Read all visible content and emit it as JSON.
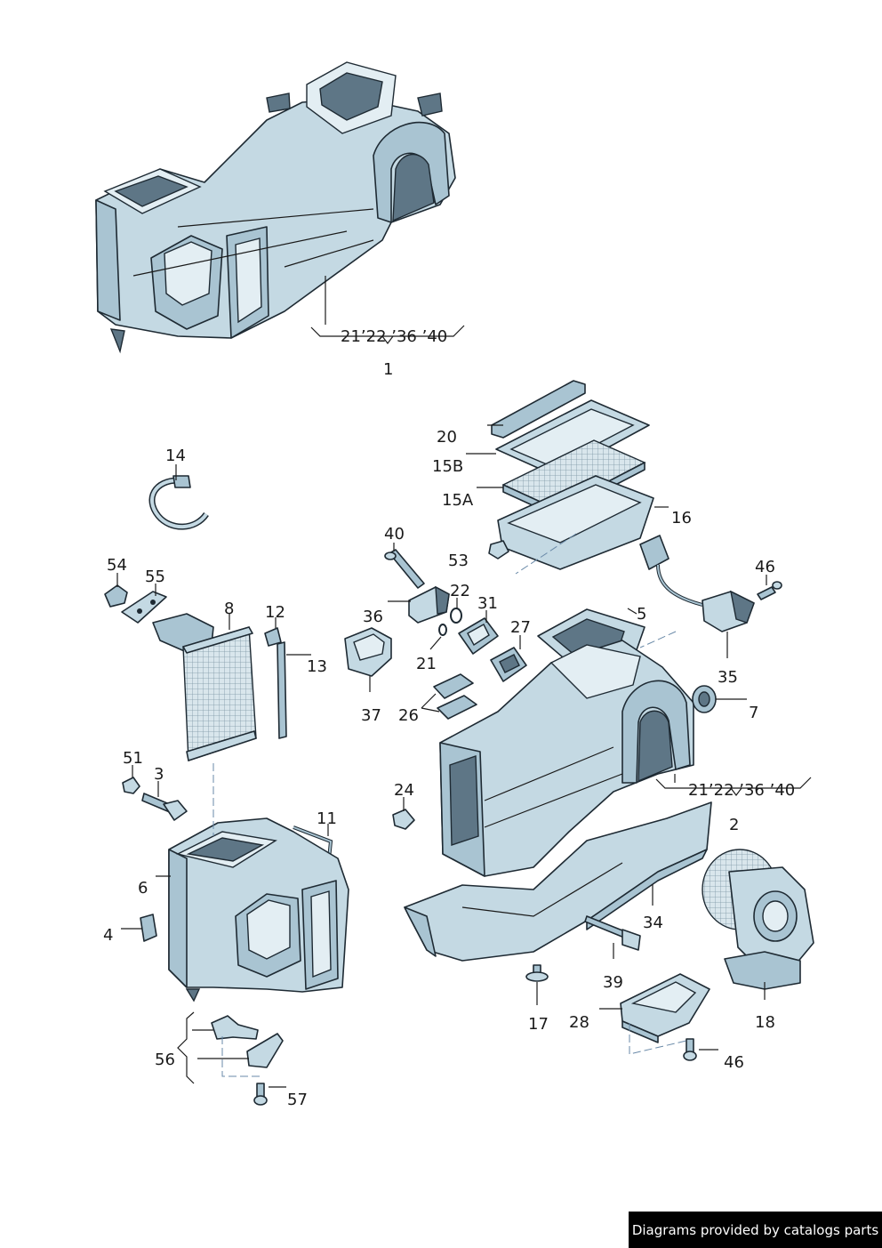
{
  "callouts": {
    "c1": "1",
    "c1_refs": "21’22 ’36 ’40",
    "c2": "2",
    "c2_refs": "21’22 ’36 ’40",
    "c20": "20",
    "c15b": "15B",
    "c15a": "15A",
    "c16": "16",
    "c14": "14",
    "c40": "40",
    "c53": "53",
    "c46a": "46",
    "c22": "22",
    "c31": "31",
    "c36": "36",
    "c5": "5",
    "c54": "54",
    "c55": "55",
    "c8": "8",
    "c12": "12",
    "c13": "13",
    "c21": "21",
    "c27": "27",
    "c35": "35",
    "c37": "37",
    "c26": "26",
    "c7": "7",
    "c51": "51",
    "c3": "3",
    "c24": "24",
    "c11": "11",
    "c6": "6",
    "c4": "4",
    "c34": "34",
    "c39": "39",
    "c17": "17",
    "c28": "28",
    "c18": "18",
    "c46b": "46",
    "c56": "56",
    "c57": "57"
  },
  "credit": "Diagrams provided by catalogs parts"
}
